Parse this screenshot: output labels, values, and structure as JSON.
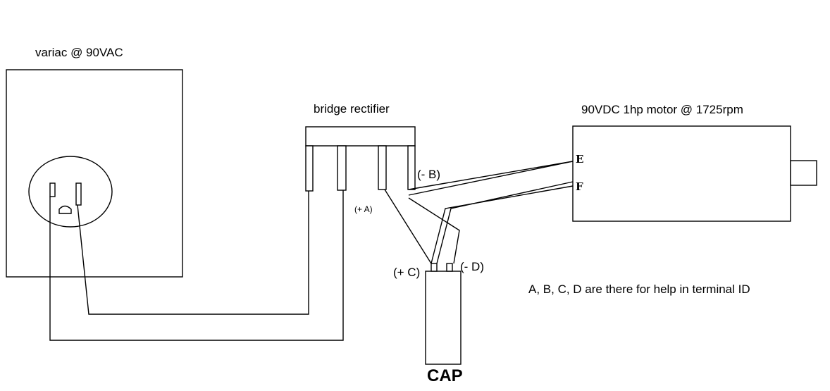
{
  "variac": {
    "label": "variac @ 90VAC"
  },
  "rectifier": {
    "label": "bridge rectifier",
    "terminal_b": "(- B)",
    "terminal_a": "(+ A)"
  },
  "motor": {
    "label": "90VDC 1hp motor @ 1725rpm",
    "terminal_e": "E",
    "terminal_f": "F"
  },
  "capacitor": {
    "label": "CAP",
    "terminal_c": "(+ C)",
    "terminal_d": "(- D)"
  },
  "note": {
    "text": "A, B, C, D are there for help in terminal ID"
  }
}
